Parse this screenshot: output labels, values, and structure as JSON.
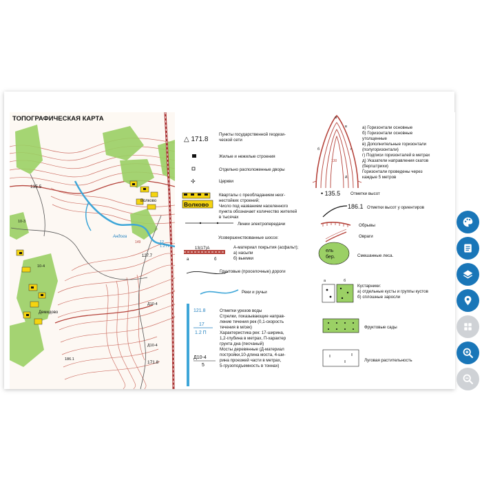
{
  "title": "ТОПОГРАФИЧЕСКАЯ КАРТА",
  "colors": {
    "accent_blue": "#1976b8",
    "gray_button": "#cfd2d6",
    "contour": "#b5423a",
    "water": "#3ea6d8",
    "vegetation": "#9bd065",
    "settlement": "#f5d410"
  },
  "map_labels": {
    "height_135": "135.5",
    "volkovo": "Волково",
    "height_127": "127.7",
    "river": "Андога",
    "speed": "1.2 П",
    "speed_num": "12",
    "demidovo": "Демидово",
    "height_186": "186.1",
    "height_171": "171.8",
    "contour_149": "149",
    "bridge_d": "Д10-4",
    "bridge_d2": "Д10-4",
    "label_10_3": "10-3",
    "label_10_4": "10-4",
    "label_5": "5"
  },
  "legend": {
    "geodetic_value": "△ 171.8",
    "geodetic_text": [
      "Пункты государственной геодези-",
      "ческой сети"
    ],
    "buildings": "Жилые и нежилые строения",
    "farmsteads": "Отдельно расположенные дворы",
    "churches": "Церкви",
    "blocks_text": [
      "Кварталы с преобладанием неог-",
      "нестойких  строений;",
      "Число под названием населенного",
      "пункта  обозначает количество жителей",
      "в тысячах"
    ],
    "volkovo_sample": "Волково",
    "power_lines": "Линии электропередачи",
    "highway": "Усовершенствованные шоссе:",
    "highway_sample": "13(17)А",
    "highway_a": "а",
    "highway_b": "б",
    "highway_text": [
      "А-материал покрытия (асфальт);",
      "а) насыпи",
      "б) выемки"
    ],
    "dirt_roads": "Грунтовые (проселочные) дороги",
    "rivers": "Реки и ручьи",
    "water_elev": "121.8",
    "water_17": "17",
    "water_12": "1.2 П",
    "water_bridge": "Д10-4",
    "water_bridge_5": "5",
    "water_text": [
      "Отметки урезов воды",
      "Стрелки, показывающие направ-",
      "ление течения рек (0,1-скорость",
      "течения в м/сек)",
      "Характеристика рек: 17-ширина,",
      "1,2-глубина в метрах, П-характер",
      "грунта дна (песчаный)",
      "Мосты деревянные (Д-материал",
      "постройки,10-длина моста, 4-ши-",
      "рина проезжей части в метрах,",
      "5-грузоподъемность в тоннах)"
    ],
    "contours_text": [
      "а) Горизонтали основные",
      "б) Горизонтали основные",
      "утолщенные",
      "в) Дополнительные горизонтали",
      "(полугоризонтали)",
      "г) Подписи горизонталей в метрах",
      "д) Указатели направления скатов",
      "(бергштрихи)",
      "Горизонтали проведены через",
      "каждые 5 метров"
    ],
    "height_mark_value": "• 135.5",
    "height_marks": "Отметки высот",
    "height_orient_value": "186.1",
    "height_orient": "Отметки высот у ориентиров",
    "cliffs": "Обрывы",
    "ravines": "Овраги",
    "forest_sample": [
      "ель",
      "бер."
    ],
    "mixed_forest": "Смешанные леса.",
    "shrubs_text": [
      "Кустарники:",
      "а) отдельные кусты и группы кустов",
      "б) сплошные заросли"
    ],
    "shrub_a": "а",
    "shrub_b": "б",
    "orchards": "Фруктовые сады",
    "meadows": "Луговая растительность",
    "contour_a": "а",
    "contour_b": "б",
    "contour_v": "в",
    "contour_g": "г",
    "contour_d": "д",
    "contour_130": "130"
  },
  "sidebar": {
    "buttons": [
      {
        "name": "palette-icon",
        "style": "blue"
      },
      {
        "name": "document-icon",
        "style": "blue"
      },
      {
        "name": "layers-icon",
        "style": "blue"
      },
      {
        "name": "location-pin-icon",
        "style": "blue"
      },
      {
        "name": "grid-icon",
        "style": "gray"
      },
      {
        "name": "zoom-in-icon",
        "style": "blue"
      },
      {
        "name": "zoom-out-icon",
        "style": "gray"
      }
    ]
  }
}
